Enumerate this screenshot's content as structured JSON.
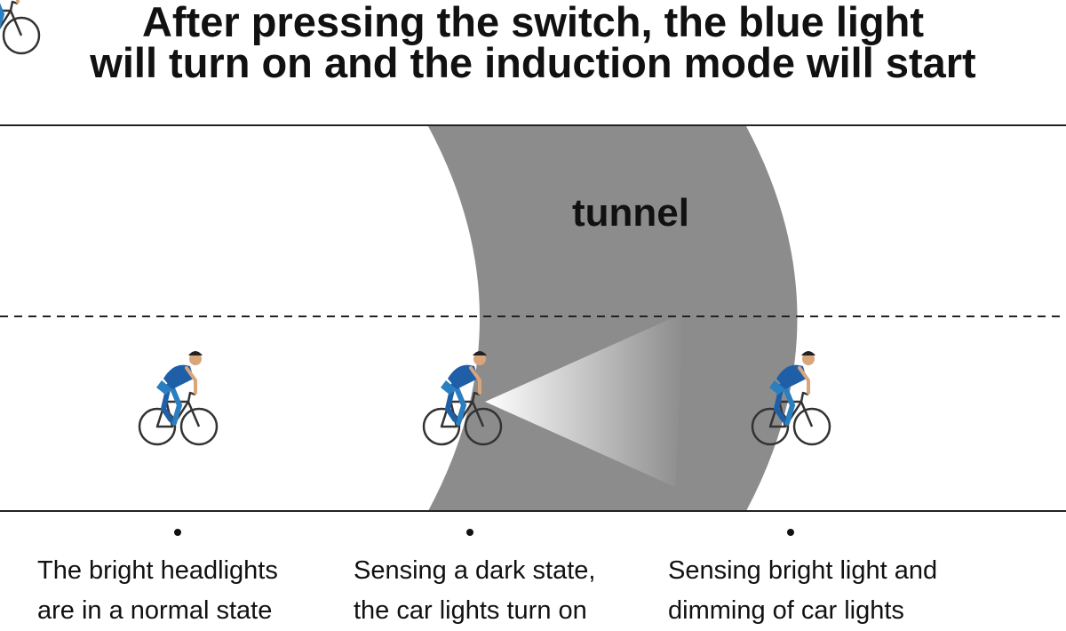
{
  "title": {
    "line1": "After pressing the switch, the blue light",
    "line2": "will turn on and the induction mode will start"
  },
  "tunnel_label": "tunnel",
  "stages": [
    {
      "line1": "The bright headlights",
      "line2": "are in a normal state"
    },
    {
      "line1": "Sensing a dark state,",
      "line2": "the car lights turn on"
    },
    {
      "line1": "Sensing bright light and",
      "line2": "dimming of car lights"
    }
  ],
  "colors": {
    "tunnel": "#8c8c8c",
    "rider_jersey": "#1f5fa8",
    "rider_shorts": "#2b7fc0",
    "road_line": "#222222"
  }
}
